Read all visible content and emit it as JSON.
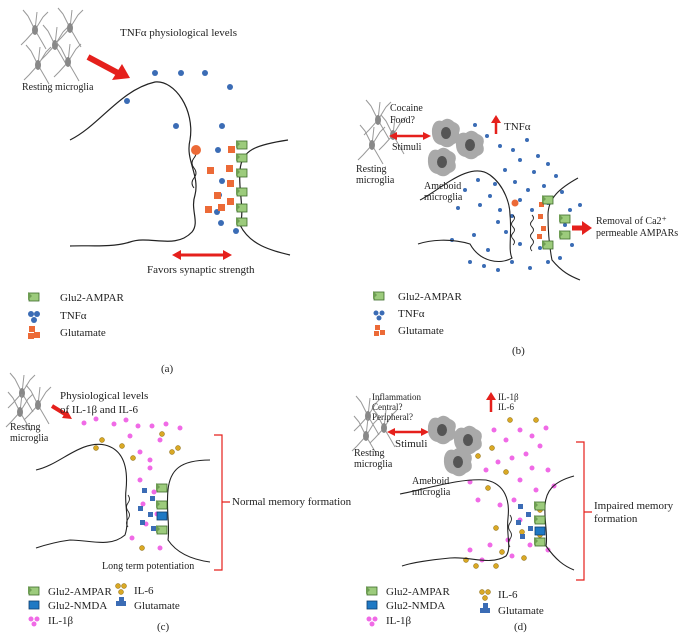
{
  "panel_a": {
    "title": "TNFα physiological levels",
    "microglia": "Resting microglia",
    "caption": "Favors synaptic strength",
    "legend": [
      "Glu2-AMPAR",
      "TNFα",
      "Glutamate"
    ],
    "label": "(a)"
  },
  "panel_b": {
    "stimuli_lines": [
      "Cocaine",
      "Food?",
      "Stimuli"
    ],
    "tnf": "TNFα",
    "resting": [
      "Resting",
      "microglia"
    ],
    "ameboid": [
      "Ameboid",
      "microglia"
    ],
    "removal": [
      "Removal of Ca2⁺",
      "permeable AMPARs"
    ],
    "legend": [
      "Glu2-AMPAR",
      "TNFα",
      "Glutamate"
    ],
    "label": "(b)"
  },
  "panel_c": {
    "title_lines": [
      "Physiological levels",
      "of IL-1β and IL-6"
    ],
    "resting": [
      "Resting",
      "microglia"
    ],
    "bracket_label": "Normal memory formation",
    "caption": "Long term potentiation",
    "legend_left": [
      "Glu2-AMPAR",
      "Glu2-NMDA",
      "IL-1β"
    ],
    "legend_right": [
      "IL-6",
      "Glutamate"
    ],
    "label": "(c)"
  },
  "panel_d": {
    "stimuli_lines": [
      "Inflammation",
      "Central?",
      "Peripheral?"
    ],
    "stimuli": "Stimuli",
    "cytokines": [
      "IL-1β",
      "IL-6"
    ],
    "resting": [
      "Resting",
      "microglia"
    ],
    "ameboid": [
      "Ameboid",
      "microglia"
    ],
    "bracket_label": [
      "Impaired memory",
      "formation"
    ],
    "legend_left": [
      "Glu2-AMPAR",
      "Glu2-NMDA",
      "IL-1β"
    ],
    "legend_right": [
      "IL-6",
      "Glutamate"
    ],
    "label": "(d)"
  },
  "colors": {
    "tnf": "#3b6cb5",
    "glutamate": "#ec6a37",
    "ampar": "#9ccb7c",
    "nmda": "#1f79c4",
    "il1b": "#f06ae6",
    "il6": "#d9a824",
    "arrow": "#e5201c"
  }
}
